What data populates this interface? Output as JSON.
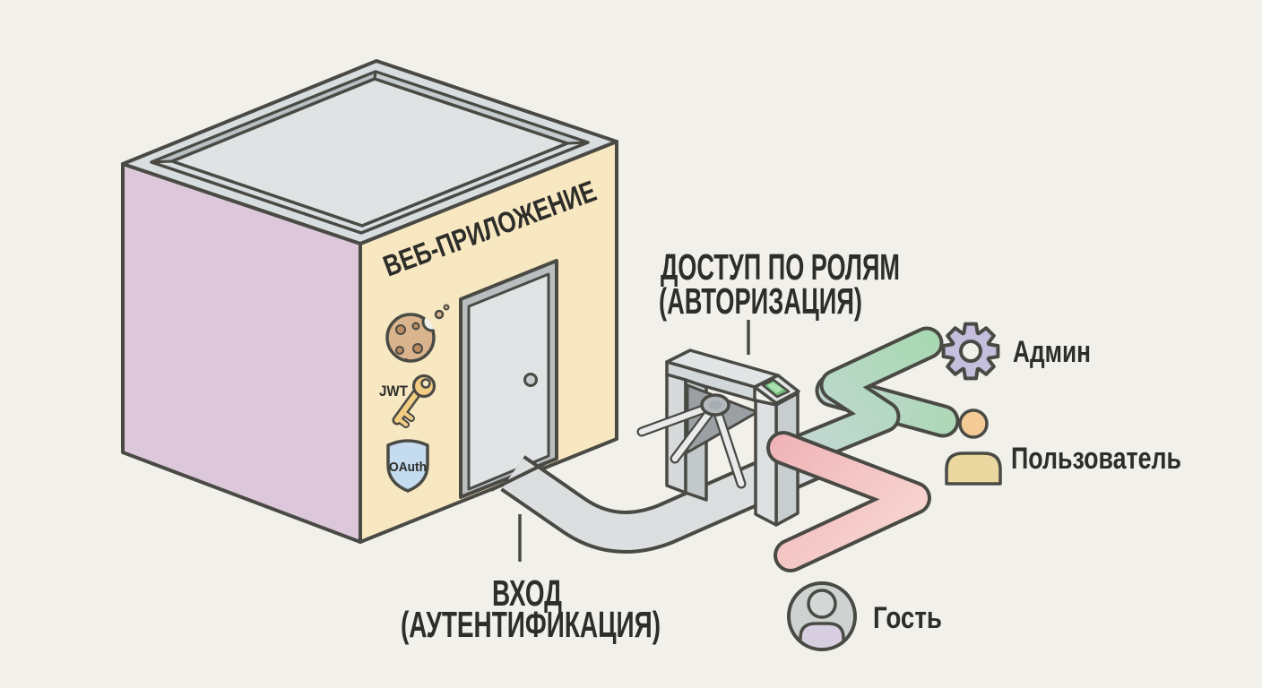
{
  "building": {
    "sign": "ВЕБ-ПРИЛОЖЕНИЕ",
    "badges": {
      "jwt": "JWT",
      "oauth": "OAuth",
      "cookie_icon": "cookie-icon"
    }
  },
  "callouts": {
    "authorization": {
      "line1": "ДОСТУП ПО РОЛЯМ",
      "line2": "(АВТОРИЗАЦИЯ)"
    },
    "authentication": {
      "line1": "ВХОД",
      "line2": "(АУТЕНТИФИКАЦИЯ)"
    }
  },
  "roles": {
    "admin": {
      "label": "Админ",
      "icon": "gear-icon",
      "path": "green"
    },
    "user": {
      "label": "Пользователь",
      "icon": "person-icon",
      "path": "teal-green"
    },
    "guest": {
      "label": "Гость",
      "icon": "person-in-circle-icon",
      "path": "pink"
    }
  },
  "palette": {
    "background": "#f2f0ea",
    "outline": "#4a4a45",
    "text": "#2d2d29",
    "building_front": "#f8e8c2",
    "building_side": "#ddc7db",
    "roof_rim": "#d8dde0",
    "roof_floor": "#dfe3e4",
    "walkway": "#dcdfdf",
    "path_green": "#a9d9b3",
    "path_teal": "#c3d8d4",
    "path_pink": "#f0b4b8",
    "path_pink_light": "#f8d7d1",
    "gear_purple": "#c6bedd",
    "screen_green": "#6fbc7d",
    "cookie_tan": "#dab48d",
    "key_gold": "#f3cd82",
    "shield_blue": "#c5dbef",
    "guest_gray": "#ced3d1",
    "user_head": "#f4cb96",
    "user_body": "#ead8a0"
  }
}
